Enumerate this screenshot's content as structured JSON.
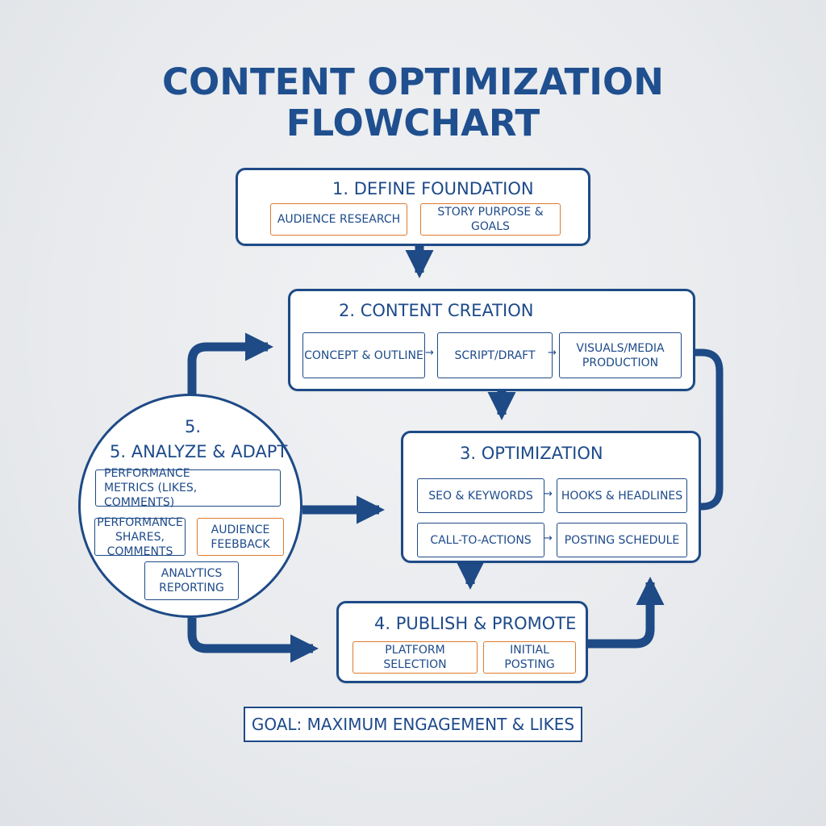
{
  "title": {
    "line1": "CONTENT OPTIMIZATION",
    "line2": "FLOWCHART"
  },
  "colors": {
    "navy": "#1e4a86",
    "orange": "#e07a2c",
    "text": "#1d4a8a"
  },
  "steps": {
    "define": {
      "title": "1. DEFINE FOUNDATION",
      "items": [
        "AUDIENCE RESEARCH",
        "STORY PURPOSE & GOALS"
      ]
    },
    "create": {
      "title": "2. CONTENT CREATION",
      "items": [
        "CONCEPT & OUTLINE",
        "SCRIPT/DRAFT",
        "VISUALS/MEDIA PRODUCTION"
      ]
    },
    "optimize": {
      "title": "3. OPTIMIZATION",
      "items": [
        "SEO & KEYWORDS",
        "HOOKS & HEADLINES",
        "CALL-TO-ACTIONS",
        "POSTING SCHEDULE"
      ]
    },
    "publish": {
      "title": "4. PUBLISH & PROMOTE",
      "items": [
        "PLATFORM SELECTION",
        "INITIAL POSTING"
      ]
    },
    "analyze": {
      "number": "5.",
      "title": "5. ANALYZE & ADAPT",
      "items": [
        "PERFORMANCE METRICS (LIKES, COMMENTS)",
        "PERFORMANCE SHARES, COMMENTS",
        "AUDIENCE FEEBBACK",
        "ANALYTICS REPORTING"
      ]
    }
  },
  "goal": "GOAL: MAXIMUM ENGAGEMENT & LIKES"
}
